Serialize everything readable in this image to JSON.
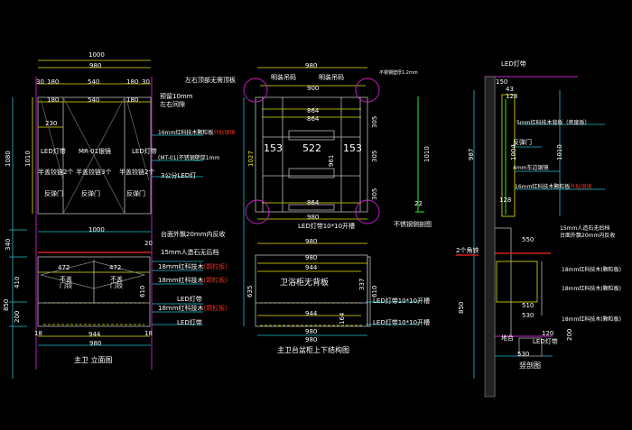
{
  "left": {
    "title": "主卫 立面图",
    "dims": {
      "d1000": "1000",
      "d980": "980",
      "d30a": "30",
      "d180a": "180",
      "d540a": "540",
      "d180b": "180",
      "d30b": "30",
      "i180a": "180",
      "i540": "540",
      "i180b": "180",
      "d230": "230",
      "d1010": "1010",
      "d1080": "1080",
      "d340": "340",
      "d410": "410",
      "d200": "200",
      "d850": "850",
      "l1000": "1000",
      "d20": "20",
      "d472a": "472",
      "d472b": "472",
      "d944": "944",
      "l980": "980",
      "d18a": "18",
      "d18b": "18",
      "d610": "610"
    },
    "labels": {
      "led_left": "LED灯带",
      "mirror": "MR-01银镜",
      "led_right": "LED灯带",
      "hinge1": "半盖铰链2个",
      "hinge2": "半盖铰链3个",
      "hinge3": "半盖铰链2个",
      "door1": "反弹门",
      "door2": "反弹门",
      "door3": "反弹门",
      "nodoor1": "不盖门铰",
      "nodoor2": "不盖门铰"
    },
    "callouts": {
      "c1": "左右顶部无需顶板",
      "c2": "预留10mm",
      "c3": "左右间隙",
      "c4a": "16mm红科技木颗粒板",
      "c4b": "外贴银镜",
      "c5": "(MT-01)不锈钢壁厚1mm",
      "c6": "3公分LED灯",
      "c7": "台面外飘20mm内反收",
      "c8": "15mm人造石无后档",
      "c9a": "18mm红科技木",
      "c9b": "(颗粒板)",
      "c10a": "18mm红科技木",
      "c10b": "(颗粒板)",
      "c11": "LED灯带",
      "c12a": "18mm红科技木",
      "c12b": "(颗粒板)",
      "c13": "LED灯带"
    }
  },
  "middle": {
    "title": "主卫台盆柜上下结构图",
    "dims": {
      "d980": "980",
      "d900": "900",
      "d864a": "864",
      "d864b": "864",
      "d153a": "153",
      "d522": "522",
      "d153b": "153",
      "d864c": "864",
      "d980b": "980",
      "d305a": "305",
      "d305b": "305",
      "d305c": "305",
      "d1027": "1027",
      "d961": "961",
      "l980a": "980",
      "l980b": "980",
      "l944a": "944",
      "l944b": "944",
      "l980c": "980",
      "l980d": "980",
      "d635": "635",
      "d610": "610",
      "d337": "337",
      "d164": "164"
    },
    "labels": {
      "hang1": "明装吊码",
      "hang2": "明装吊码",
      "led_slot_top": "LED灯带10*10开槽",
      "cabinet": "卫浴柜无背板",
      "led_slot1": "LED灯带10*10开槽",
      "led_slot2": "LED灯带10*10开槽"
    }
  },
  "steel": {
    "title": "不锈钢侧剖图",
    "note": "不锈钢壁厚1.2mm",
    "d22": "22",
    "d1010": "1010"
  },
  "section": {
    "title": "竖剖图",
    "labels": {
      "led_top": "LED灯带",
      "back": "5mm红科技木背板（密度板）",
      "door": "反弹门",
      "mirror": "4mm车边银镜",
      "board_a": "16mm红科技木颗粒板",
      "board_b": "外贴银镜",
      "stone": "15mm人造石无后档",
      "overhang": "台面外飘20mm内反收",
      "b1": "18mm红科技木(颗粒板)",
      "b2": "18mm红科技木(颗粒板)",
      "b3": "18mm红科技木(颗粒板)",
      "corner": "2个角铁",
      "led_bottom": "LED灯带",
      "base": "地台"
    },
    "dims": {
      "d150": "150",
      "d43": "43",
      "d128a": "128",
      "d1004": "1004",
      "d128b": "128",
      "d987": "987",
      "d1010": "1010",
      "d550": "550",
      "d510": "510",
      "d530": "530",
      "d120": "120",
      "d850": "850",
      "d530b": "530",
      "d200": "200"
    }
  }
}
